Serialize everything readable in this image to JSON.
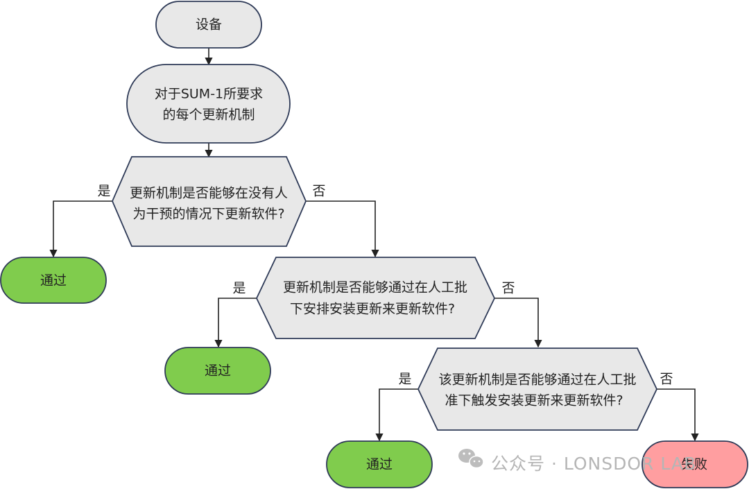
{
  "nodes": {
    "start": {
      "label": "设备"
    },
    "loop": {
      "line1": "对于SUM-1所要求",
      "line2": "的每个更新机制"
    },
    "decision1": {
      "line1": "更新机制是否能够在没有人",
      "line2": "为干预的情况下更新软件?"
    },
    "decision2": {
      "line1": "更新机制是否能够通过在人工批",
      "line2": "下安排安装更新来更新软件?"
    },
    "decision3": {
      "line1": "该更新机制是否能够通过在人工批",
      "line2": "准下触发安装更新来更新软件?"
    },
    "pass1": {
      "label": "通过"
    },
    "pass2": {
      "label": "通过"
    },
    "pass3": {
      "label": "通过"
    },
    "fail": {
      "label": "失败"
    }
  },
  "edge_labels": {
    "yes": "是",
    "no": "否"
  },
  "watermark": {
    "text": "公众号 · LONSDOR LAB",
    "icon": "wechat-icon"
  },
  "colors": {
    "process_fill": "#e8e8e8",
    "pass_fill": "#80cc4d",
    "fail_fill": "#ff9ea0",
    "stroke": "#2e3a57"
  }
}
